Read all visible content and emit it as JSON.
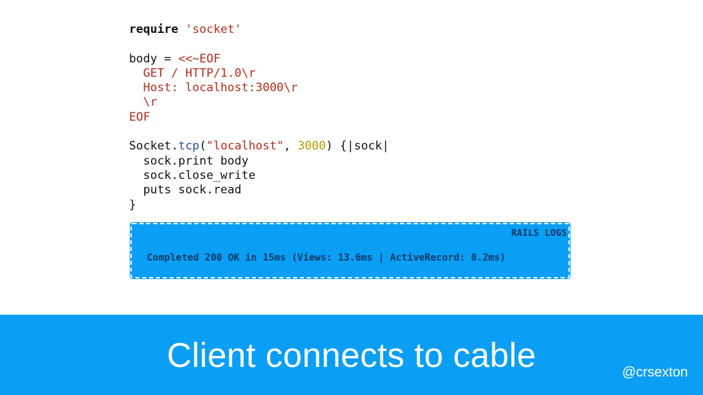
{
  "code": {
    "l1_kw": "require",
    "l1_str": "'socket'",
    "l3_a": "body = ",
    "l3_str": "<<~EOF",
    "l4": "  GET / HTTP/1.0\\r",
    "l5": "  Host: localhost:3000\\r",
    "l6": "  \\r",
    "l7": "EOF",
    "l9_a": "Socket.",
    "l9_method": "tcp",
    "l9_b": "(",
    "l9_str": "\"localhost\"",
    "l9_c": ", ",
    "l9_num": "3000",
    "l9_d": ") {|sock|",
    "l10": "  sock.print body",
    "l11": "  sock.close_write",
    "l12": "  puts sock.read",
    "l13": "}"
  },
  "logs": {
    "label": "RAILS LOGS",
    "line": "Completed 200 OK in 15ms (Views: 13.6ms | ActiveRecord: 0.2ms)"
  },
  "banner": {
    "title": "Client connects to cable",
    "handle": "@crsexton"
  },
  "colors": {
    "accent": "#0a9ef5",
    "string": "#b22d1b",
    "number": "#b59a00",
    "method": "#1f4fa0",
    "log_text": "#0b3a66"
  }
}
